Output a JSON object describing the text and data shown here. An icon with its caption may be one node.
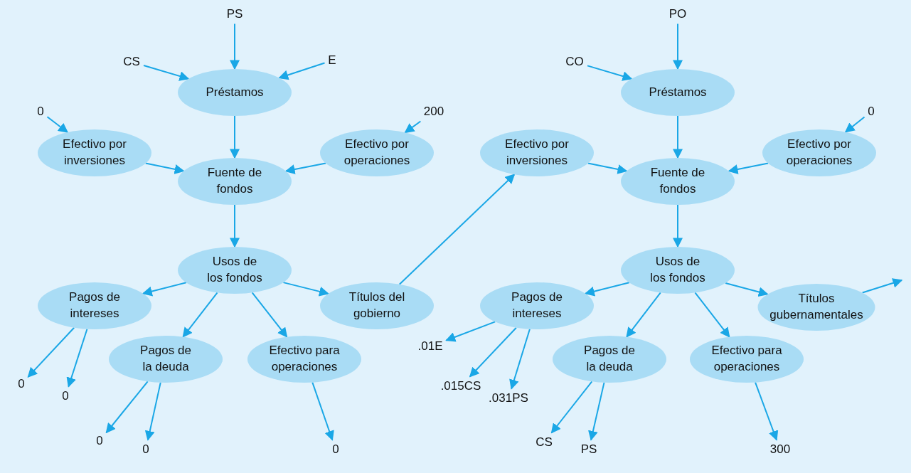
{
  "diagram": {
    "nodes": [
      {
        "text": [
          "PS"
        ]
      },
      {
        "text": [
          "CS"
        ]
      },
      {
        "text": [
          "E"
        ]
      },
      {
        "text": [
          "Préstamos"
        ]
      },
      {
        "text": [
          "0"
        ]
      },
      {
        "text": [
          "200"
        ]
      },
      {
        "text": [
          "Efectivo por inversiones"
        ]
      },
      {
        "text": [
          "Fuente de fondos"
        ]
      },
      {
        "text": [
          "Efectivo por operaciones"
        ]
      },
      {
        "text": [
          "Usos de los fondos"
        ]
      },
      {
        "text": [
          "Pagos de intereses"
        ]
      },
      {
        "text": [
          "Títulos del gobierno"
        ]
      },
      {
        "text": [
          "Pagos de la deuda"
        ]
      },
      {
        "text": [
          "Efectivo para operaciones"
        ]
      },
      {
        "text": [
          "0"
        ]
      },
      {
        "text": [
          "0"
        ]
      },
      {
        "text": [
          "0"
        ]
      },
      {
        "text": [
          "0"
        ]
      },
      {
        "text": [
          "0"
        ]
      },
      {
        "text": [
          "PO"
        ]
      },
      {
        "text": [
          "CO"
        ]
      },
      {
        "text": [
          "Préstamos"
        ]
      },
      {
        "text": [
          "0"
        ]
      },
      {
        "text": [
          "Efectivo por inversiones"
        ]
      },
      {
        "text": [
          "Fuente de fondos"
        ]
      },
      {
        "text": [
          "Efectivo por operaciones"
        ]
      },
      {
        "text": [
          "Usos de los fondos"
        ]
      },
      {
        "text": [
          "Pagos de intereses"
        ]
      },
      {
        "text": [
          "Títulos gubernamentales"
        ]
      },
      {
        "text": [
          "Pagos de la deuda"
        ]
      },
      {
        "text": [
          "Efectivo para operaciones"
        ]
      },
      {
        "text": [
          ".01E"
        ]
      },
      {
        "text": [
          ".015CS"
        ]
      },
      {
        "text": [
          ".031PS"
        ]
      },
      {
        "text": [
          "CS"
        ]
      },
      {
        "text": [
          "PS"
        ]
      },
      {
        "text": [
          "300"
        ]
      }
    ],
    "edges": [
      {
        "from": 0,
        "to": 3,
        "arrow": "to"
      },
      {
        "from": 1,
        "to": 3,
        "arrow": "to"
      },
      {
        "from": 2,
        "to": 3,
        "arrow": "to"
      },
      {
        "from": 3,
        "to": 7,
        "arrow": "to"
      },
      {
        "from": 4,
        "to": 6,
        "arrow": "to"
      },
      {
        "from": 5,
        "to": 8,
        "arrow": "to"
      },
      {
        "from": 6,
        "to": 7,
        "arrow": "to"
      },
      {
        "from": 8,
        "to": 7,
        "arrow": "to"
      },
      {
        "from": 7,
        "to": 9,
        "arrow": "to"
      },
      {
        "from": 9,
        "to": 10,
        "arrow": "to"
      },
      {
        "from": 9,
        "to": 11,
        "arrow": "to"
      },
      {
        "from": 9,
        "to": 12,
        "arrow": "to"
      },
      {
        "from": 9,
        "to": 13,
        "arrow": "to"
      },
      {
        "from": 10,
        "to": 14,
        "arrow": "to"
      },
      {
        "from": 10,
        "to": 15,
        "arrow": "to"
      },
      {
        "from": 12,
        "to": 16,
        "arrow": "to"
      },
      {
        "from": 12,
        "to": 17,
        "arrow": "to"
      },
      {
        "from": 13,
        "to": 18,
        "arrow": "to"
      },
      {
        "from": 11,
        "to": 23,
        "arrow": "to"
      },
      {
        "from": 19,
        "to": 21,
        "arrow": "to"
      },
      {
        "from": 20,
        "to": 21,
        "arrow": "to"
      },
      {
        "from": 22,
        "to": 25,
        "arrow": "to"
      },
      {
        "from": 21,
        "to": 24,
        "arrow": "to"
      },
      {
        "from": 23,
        "to": 24,
        "arrow": "to"
      },
      {
        "from": 25,
        "to": 24,
        "arrow": "to"
      },
      {
        "from": 24,
        "to": 26,
        "arrow": "to"
      },
      {
        "from": 26,
        "to": 27,
        "arrow": "to"
      },
      {
        "from": 26,
        "to": 28,
        "arrow": "to"
      },
      {
        "from": 26,
        "to": 29,
        "arrow": "to"
      },
      {
        "from": 26,
        "to": 30,
        "arrow": "to"
      },
      {
        "from": 27,
        "to": 31,
        "arrow": "to"
      },
      {
        "from": 27,
        "to": 32,
        "arrow": "to"
      },
      {
        "from": 27,
        "to": 33,
        "arrow": "to"
      },
      {
        "from": 29,
        "to": 34,
        "arrow": "to"
      },
      {
        "from": 29,
        "to": 35,
        "arrow": "to"
      },
      {
        "from": 30,
        "to": 36,
        "arrow": "to"
      },
      {
        "from": 28,
        "to": null,
        "arrow": "to"
      }
    ]
  }
}
